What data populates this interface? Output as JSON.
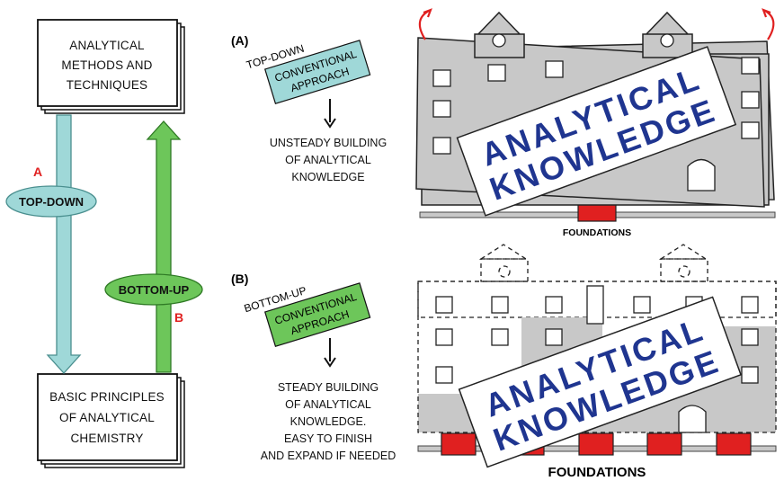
{
  "left": {
    "top_box_lines": [
      "ANALYTICAL",
      "METHODS AND",
      "TECHNIQUES"
    ],
    "bottom_box_lines": [
      "BASIC PRINCIPLES",
      "OF ANALYTICAL",
      "CHEMISTRY"
    ],
    "top_down_letter": "A",
    "top_down_label": "TOP-DOWN",
    "bottom_up_letter": "B",
    "bottom_up_label": "BOTTOM-UP",
    "colors": {
      "top_down": "#9fd8d8",
      "bottom_up": "#6dc65a",
      "letter": "#e02020"
    }
  },
  "panel_a": {
    "letter": "(A)",
    "approach_heading": "TOP-DOWN",
    "approach_lines": [
      "CONVENTIONAL",
      "APPROACH"
    ],
    "result_lines": [
      "UNSTEADY BUILDING",
      "OF ANALYTICAL",
      "KNOWLEDGE"
    ],
    "sign_lines": [
      "ANALYTICAL",
      "KNOWLEDGE"
    ],
    "foundations_label": "FOUNDATIONS"
  },
  "panel_b": {
    "letter": "(B)",
    "approach_heading": "BOTTOM-UP",
    "approach_lines": [
      "CONVENTIONAL",
      "APPROACH"
    ],
    "result_lines": [
      "STEADY BUILDING",
      "OF ANALYTICAL",
      "KNOWLEDGE.",
      "EASY TO FINISH",
      "AND EXPAND IF NEEDED"
    ],
    "sign_lines": [
      "ANALYTICAL",
      "KNOWLEDGE"
    ],
    "foundations_label": "FOUNDATIONS"
  },
  "colors": {
    "sign_text": "#1f3590",
    "building": "#c8c8c8",
    "foundation": "#e02020"
  }
}
